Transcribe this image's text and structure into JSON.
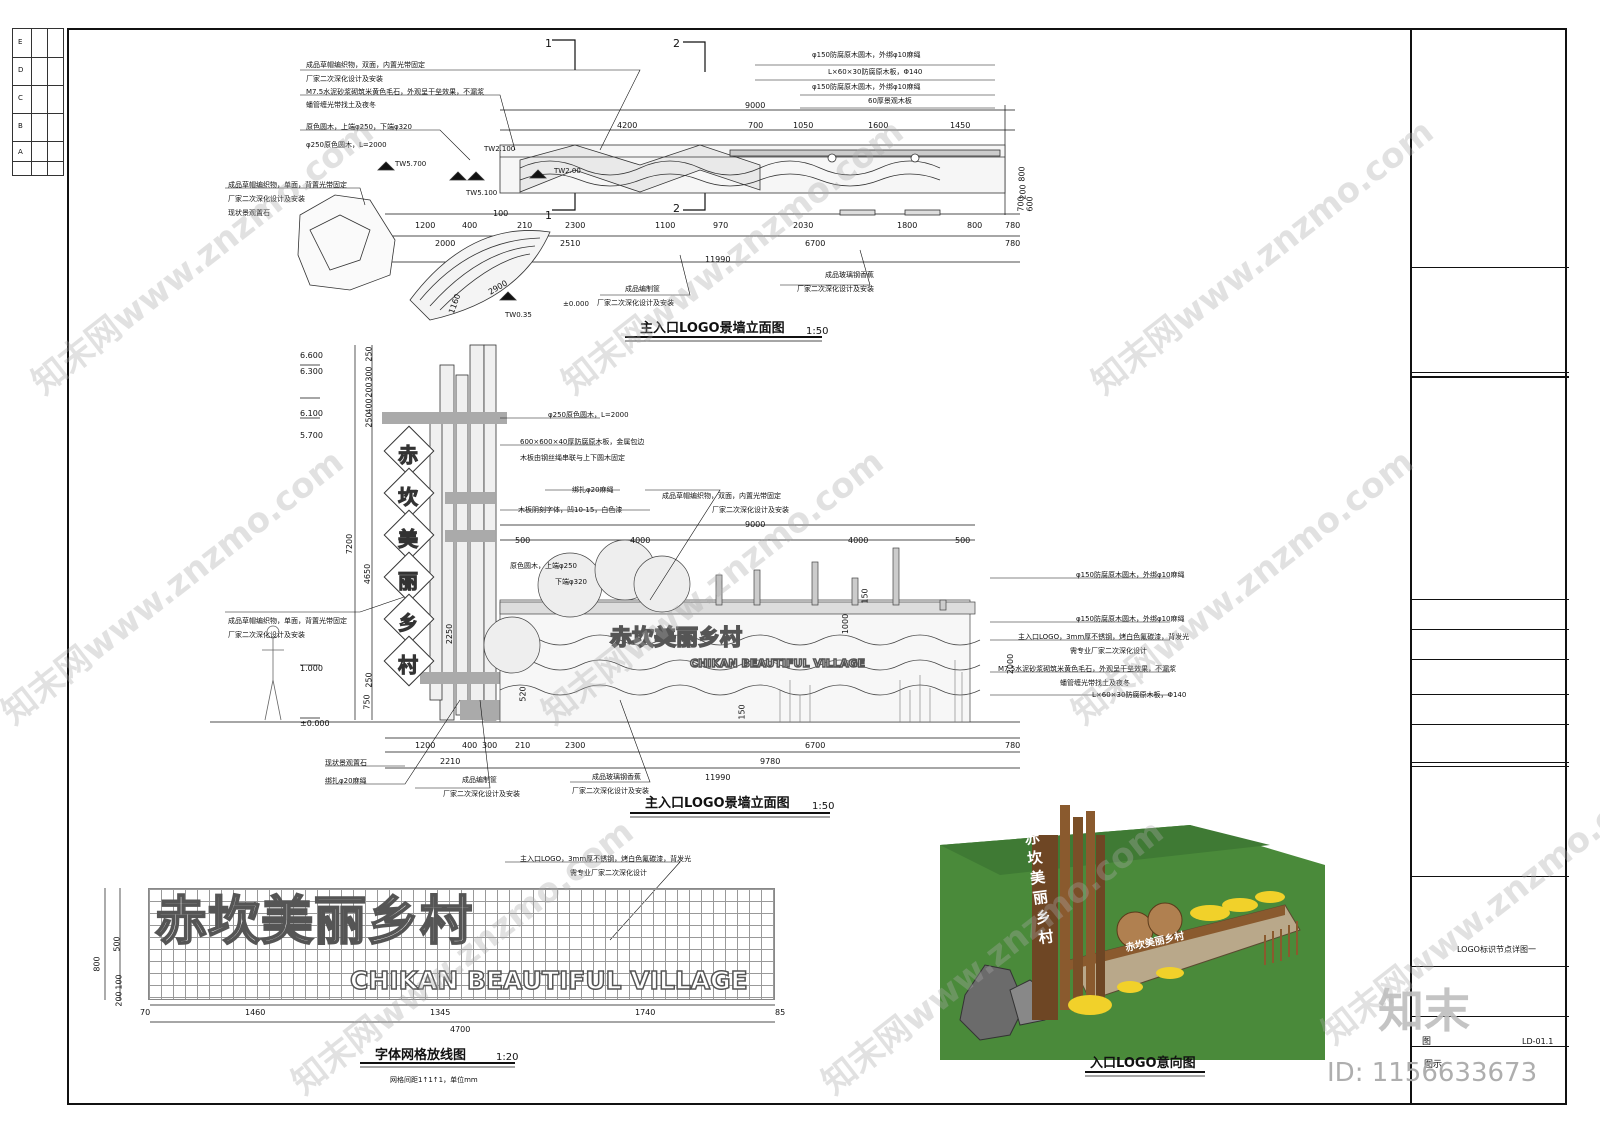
{
  "sheet": {
    "sheet_title": "LOGO标识节点详图一",
    "sheet_no_prefix": "图",
    "sheet_no": "LD-01.1",
    "sheet_note": "图示"
  },
  "brand": {
    "name": "知末",
    "id_text": "ID: 1156633673"
  },
  "watermark_text": "知末网www.znzmo.com",
  "elevation_top": {
    "title": "主入口LOGO景墙立面图",
    "scale": "1:50",
    "section_marks": [
      "1",
      "2",
      "1",
      "2"
    ],
    "notes_left": [
      "成品草帽编织物，双面，内置光带固定",
      "厂家二次深化设计及安装",
      "M7.5水泥砂浆砌筑米黄色毛石，外观呈干垒效果，不漏浆",
      "蟠管缠光带找土及夜冬",
      "原色圆木，上端φ250，下端φ320",
      "φ250原色圆木，L=2000"
    ],
    "notes_left2": [
      "成品草帽编织物，单面，背置光带固定",
      "厂家二次深化设计及安装",
      "现状景观置石"
    ],
    "notes_right": [
      "φ150防腐原木圆木，外绑φ10麻绳",
      "L×60×30防腐原木板，Φ140",
      "φ150防腐原木圆木，外绑φ10麻绳",
      "60厚景观木板"
    ],
    "bottom_notes": [
      "成品编制筐",
      "厂家二次深化设计及安装",
      "成品玻璃钢香蕉",
      "厂家二次深化设计及安装"
    ],
    "level_marks": [
      "TW5.700",
      "TW2.100",
      "TW5.100",
      "TW2.00",
      "TW0.35",
      "±0.000"
    ],
    "dims_top": [
      "9000",
      "4200",
      "700",
      "1050",
      "1600",
      "1450"
    ],
    "dims_bottom_row1": [
      "1200",
      "400",
      "100",
      "210",
      "2300",
      "1100",
      "970",
      "2030",
      "1800",
      "800",
      "780"
    ],
    "dims_bottom_row2": [
      "2000",
      "2510",
      "6700",
      "780"
    ],
    "dims_bottom_total": "11990",
    "dims_right": [
      "800",
      "700",
      "200",
      "600"
    ],
    "dims_boat": [
      "1160",
      "2900"
    ]
  },
  "elevation_mid": {
    "title": "主入口LOGO景墙立面图",
    "scale": "1:50",
    "levels": [
      "6.600",
      "6.300",
      "6.100",
      "5.700",
      "1.000",
      "±0.000"
    ],
    "vertical_dims": [
      "7200",
      "4650",
      "2250",
      "750",
      "300",
      "250",
      "200",
      "400",
      "250",
      "250"
    ],
    "sign_chars": [
      "赤",
      "坎",
      "美",
      "丽",
      "乡",
      "村"
    ],
    "wall_logo_cn": "赤坎美丽乡村",
    "wall_logo_en": "CHIKAN BEAUTIFUL VILLAGE",
    "notes_left": [
      "φ250原色圆木，L=2000",
      "600×600×40厚防腐原木板，金属包边",
      "木板由钢丝绳串联与上下圆木固定",
      "绑扎φ20麻绳",
      "木板阴刻字体，凹10-15，白色漆",
      "原色圆木，上端φ250",
      "下端φ320",
      "成品草帽编织物，单面，背置光带固定",
      "厂家二次深化设计及安装"
    ],
    "notes_top": [
      "成品草帽编织物，双面，内置光带固定",
      "厂家二次深化设计及安装"
    ],
    "notes_right": [
      "φ150防腐原木圆木，外绑φ10麻绳",
      "φ150防腐原木圆木，外绑φ10麻绳",
      "主入口LOGO，3mm厚不锈钢，烤白色氟碳漆，背发光",
      "需专业厂家二次深化设计",
      "M7.5水泥砂浆砌筑米黄色毛石，外观呈干垒效果，不漏浆",
      "蟠管缠光带找土及夜冬",
      "L×60×30防腐原木板，Φ140"
    ],
    "bottom_notes": [
      "现状景观置石",
      "绑扎φ20麻绳",
      "成品编制筐",
      "厂家二次深化设计及安装",
      "成品玻璃钢香蕉",
      "厂家二次深化设计及安装"
    ],
    "dims_top": [
      "9000",
      "500",
      "4000",
      "4000",
      "500"
    ],
    "dims_bottom_row1": [
      "1200",
      "400",
      "300",
      "210",
      "2300",
      "6700",
      "780"
    ],
    "dims_bottom_row2": [
      "2210",
      "9780"
    ],
    "dims_bottom_total": "11990",
    "dims_right": [
      "2000",
      "1000",
      "150",
      "520",
      "150"
    ]
  },
  "font_grid": {
    "title": "字体网格放线图",
    "scale": "1:20",
    "note": "网格间距1↑1↑1，单位mm",
    "callout": [
      "主入口LOGO，3mm厚不锈钢，烤白色氟碳漆，背发光",
      "需专业厂家二次深化设计"
    ],
    "text_cn": "赤坎美丽乡村",
    "text_en": "CHIKAN BEAUTIFUL VILLAGE",
    "dims_bottom": [
      "70",
      "1460",
      "1345",
      "1740",
      "85"
    ],
    "dims_total": "4700",
    "dims_left": [
      "800",
      "500",
      "100",
      "200"
    ]
  },
  "perspective": {
    "title": "入口LOGO意向图",
    "sign_chars": [
      "赤",
      "坎",
      "美",
      "丽",
      "乡",
      "村"
    ],
    "wall_text": "赤坎美丽乡村",
    "colors": {
      "grass": "#3f7a34",
      "wood": "#8a5a2e",
      "stone": "#b9a88a",
      "banana": "#f1d12a"
    }
  },
  "rev_table": [
    "E",
    "D",
    "C",
    "B",
    "A"
  ]
}
